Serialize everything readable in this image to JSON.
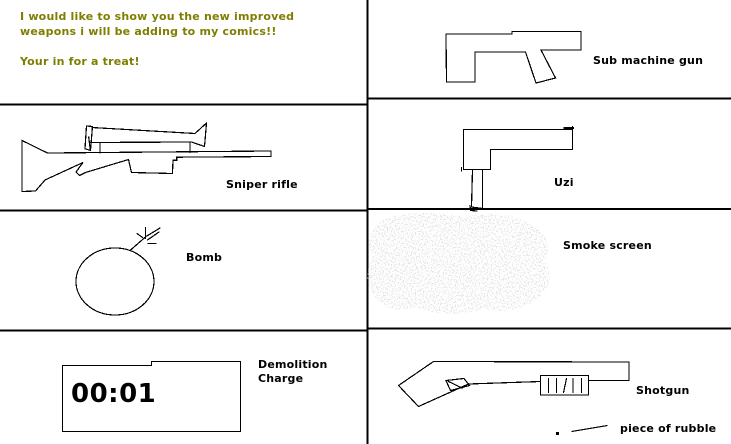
{
  "canvas": {
    "background": "#ffffff",
    "ink": "#000000"
  },
  "intro": {
    "color": "#7e7e00",
    "lines": [
      "I would like to show you the new improved",
      "weapons i will be adding to my comics!!"
    ],
    "tagline": "Your in for a treat!"
  },
  "weapons": {
    "submachine_gun": {
      "label": "Sub machine gun"
    },
    "sniper_rifle": {
      "label": "Sniper rifle"
    },
    "uzi": {
      "label": "Uzi"
    },
    "bomb": {
      "label": "Bomb"
    },
    "smoke_screen": {
      "label": "Smoke screen",
      "spray_color": "#c0c0c0"
    },
    "demolition_charge": {
      "label_line1": "Demolition",
      "label_line2": "Charge",
      "timer_display": "00:01"
    },
    "shotgun": {
      "label": "Shotgun"
    },
    "rubble": {
      "label": "piece of rubble"
    }
  }
}
